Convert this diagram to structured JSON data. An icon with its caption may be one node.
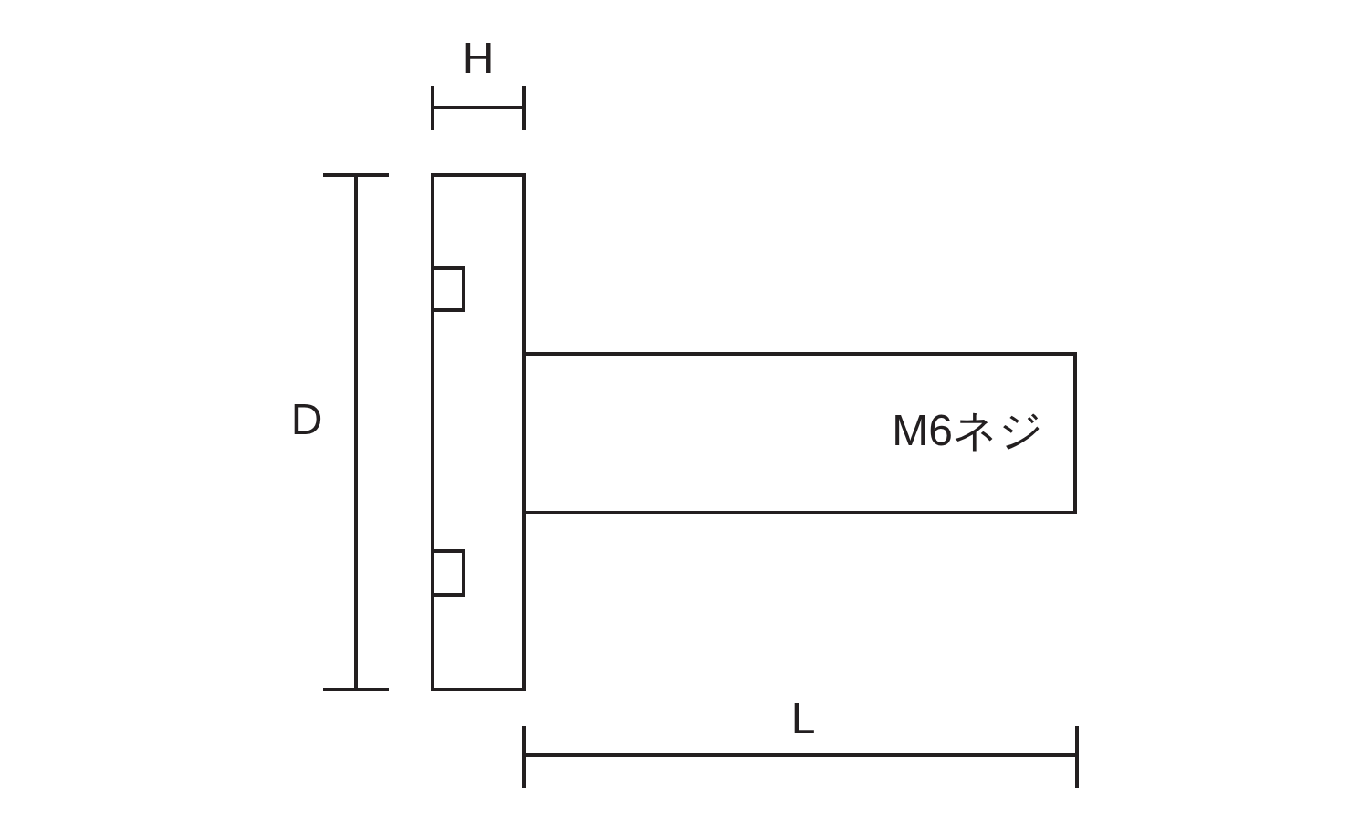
{
  "diagram": {
    "nodes": [
      {
        "text": [
          "M6ネジ"
        ]
      }
    ],
    "labels": [
      "H",
      "D",
      "L"
    ]
  }
}
